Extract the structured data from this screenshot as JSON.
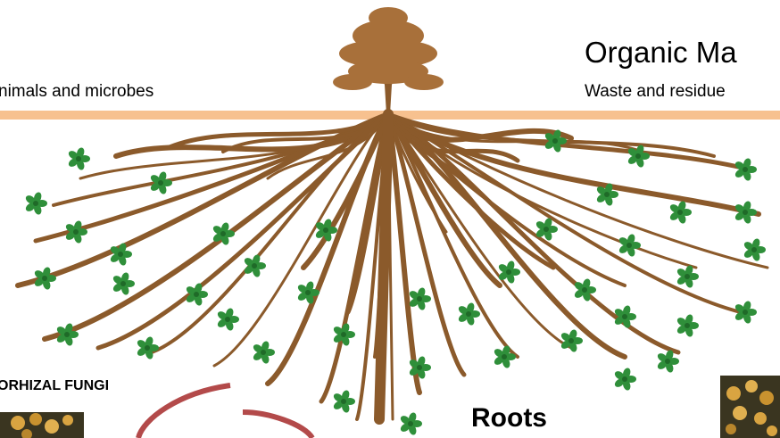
{
  "captions": {
    "left_top": "nimals and microbes",
    "organic_title": "Organic Ma",
    "organic_sub": "Waste and residue",
    "fungi": "ORHIZAL FUNGI",
    "roots": "Roots"
  },
  "colors": {
    "ground": "#f7c18f",
    "root": "#8b5a2b",
    "leaf": "#2f8f3a",
    "circle": "#b34a4a",
    "spore": "#d9a441"
  },
  "icons": {
    "tree": "tree-illustration",
    "root_system": "root-system-illustration",
    "microbe": "clover-microbe-icon"
  }
}
